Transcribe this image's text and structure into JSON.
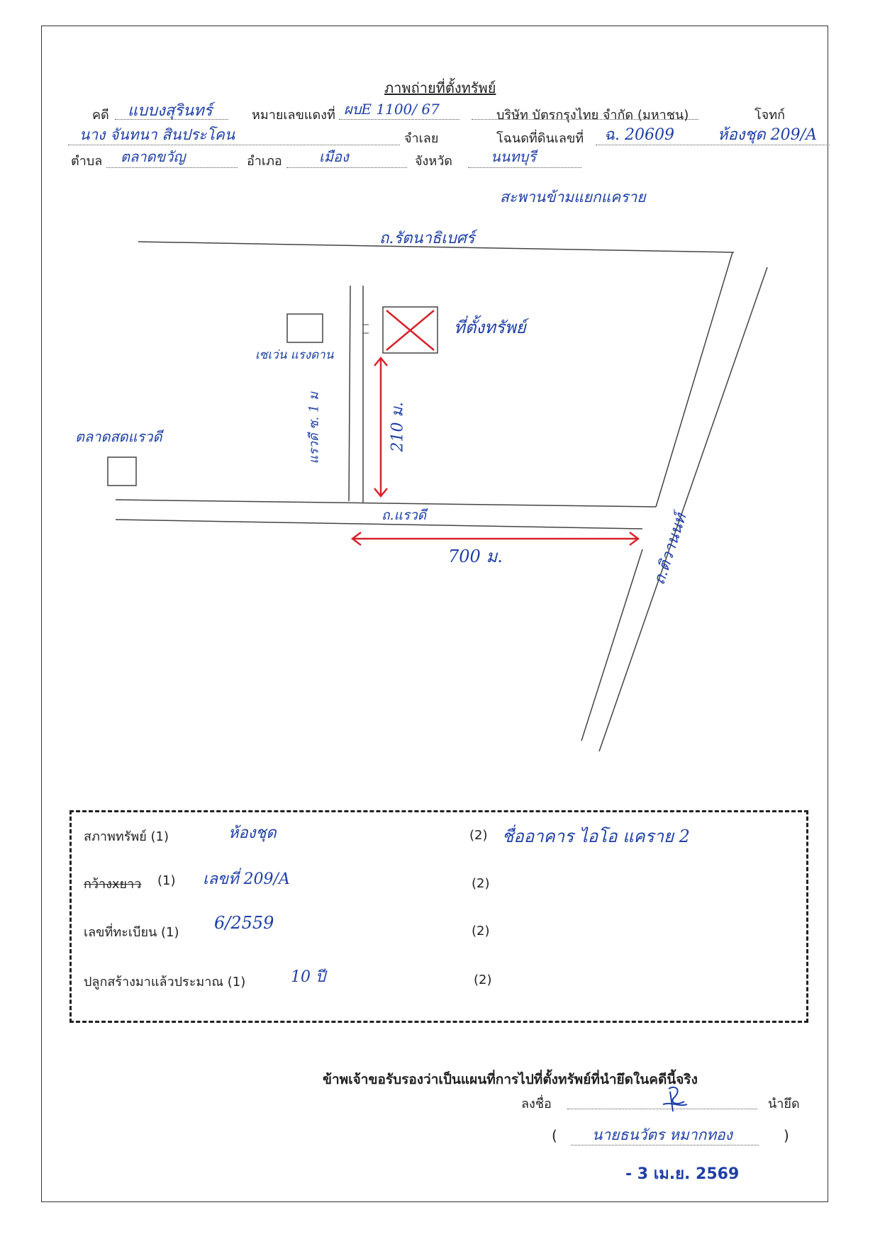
{
  "header": {
    "title": "ภาพถ่ายที่ตั้งทรัพย์",
    "case_label": "คดี",
    "case_value": "แบบงสุรินทร์",
    "red_no_label": "หมายเลขแดงที่",
    "red_no_value": "ผบE 1100/ 67",
    "plaintiff_value": "บริษัท บัตรกรุงไทย จำกัด (มหาชน)",
    "plaintiff_label": "โจทก์",
    "defendant_value": "นาง จันทนา สินประโคน",
    "defendant_label": "จำเลย",
    "deed_label": "โฉนดที่ดินเลขที่",
    "deed_value": "ฉ. 20609",
    "unit_value": "ห้องชุด 209/A",
    "subdistrict_label": "ตำบล",
    "subdistrict_value": "ตลาดขวัญ",
    "district_label": "อำเภอ",
    "district_value": "เมือง",
    "province_label": "จังหวัด",
    "province_value": "นนทบุรี"
  },
  "map": {
    "bridge_label": "สะพานข้ามแยกแคราย",
    "road_top": "ถ.รัตนาธิเบศร์",
    "property_label": "ที่ตั้งทรัพย์",
    "seven_eleven_label": "เซเว่น แรงดาน",
    "soi_label": "แรวดี ซ. 1 ม",
    "distance_vertical": "210 ม.",
    "market_label": "ตลาดสดแรวดี",
    "road_bottom": "ถ.แรวดี",
    "distance_horizontal": "700 ม.",
    "road_right": "ถ.ติวานนท์"
  },
  "details": {
    "condition_label": "สภาพทรัพย์ (1)",
    "condition_value": "ห้องชุด",
    "condition_2_label": "(2)",
    "condition_2_value": "ชื่ออาคาร ไอโอ แคราย 2",
    "size_label": "กว้างxยาว",
    "size_suffix": "(1)",
    "size_value": "เลขที่ 209/A",
    "size_2_label": "(2)",
    "reg_label": "เลขที่ทะเบียน (1)",
    "reg_value": "6/2559",
    "reg_2_label": "(2)",
    "built_label": "ปลูกสร้างมาแล้วประมาณ (1)",
    "built_value": "10 ปี",
    "built_2_label": "(2)"
  },
  "certify": {
    "statement": "ข้าพเจ้าขอรับรองว่าเป็นแผนที่การไปที่ตั้งทรัพย์ที่นำยึดในคดีนี้จริง",
    "sign_label": "ลงชื่อ",
    "role_label": "นำยึด",
    "open_paren": "(",
    "signer_name": "นายธนวัตร หมากทอง",
    "close_paren": ")",
    "date_stamp": "- 3 เม.ย. 2569"
  },
  "colors": {
    "ink_blue": "#1f3fa6",
    "ink_red": "#d8232a"
  }
}
